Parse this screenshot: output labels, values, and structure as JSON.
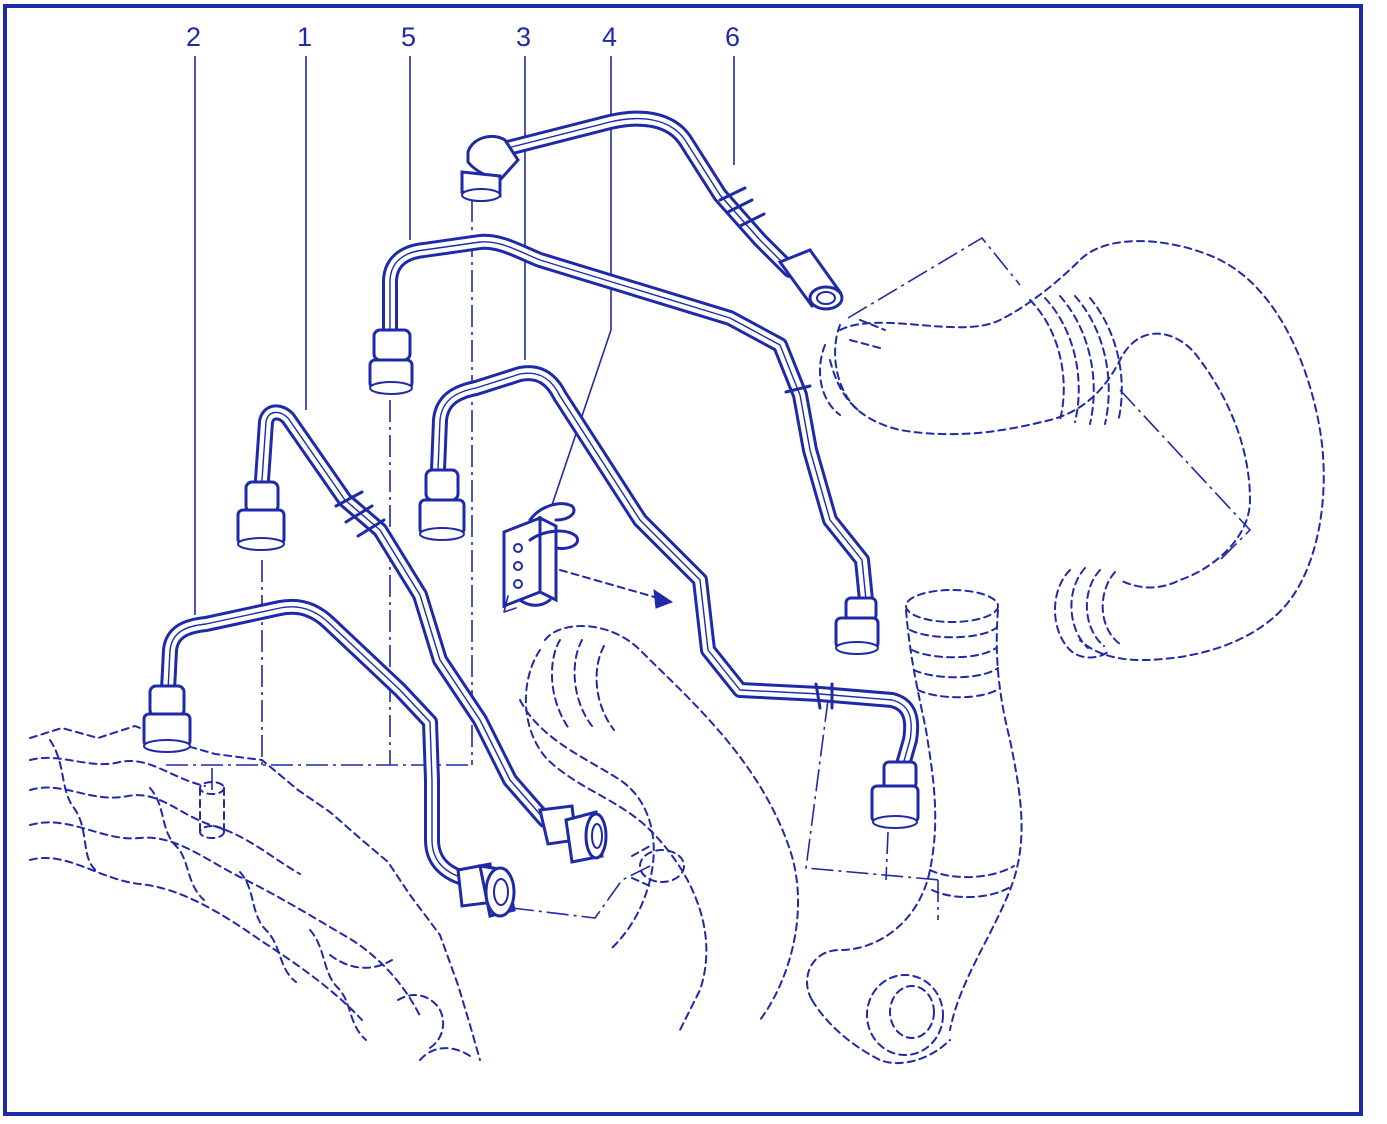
{
  "diagram": {
    "callouts": [
      {
        "id": "2",
        "label": "2"
      },
      {
        "id": "1",
        "label": "1"
      },
      {
        "id": "5",
        "label": "5"
      },
      {
        "id": "3",
        "label": "3"
      },
      {
        "id": "4",
        "label": "4"
      },
      {
        "id": "6",
        "label": "6"
      }
    ],
    "colors": {
      "line": "#1f2aa6",
      "background": "#ffffff"
    }
  }
}
